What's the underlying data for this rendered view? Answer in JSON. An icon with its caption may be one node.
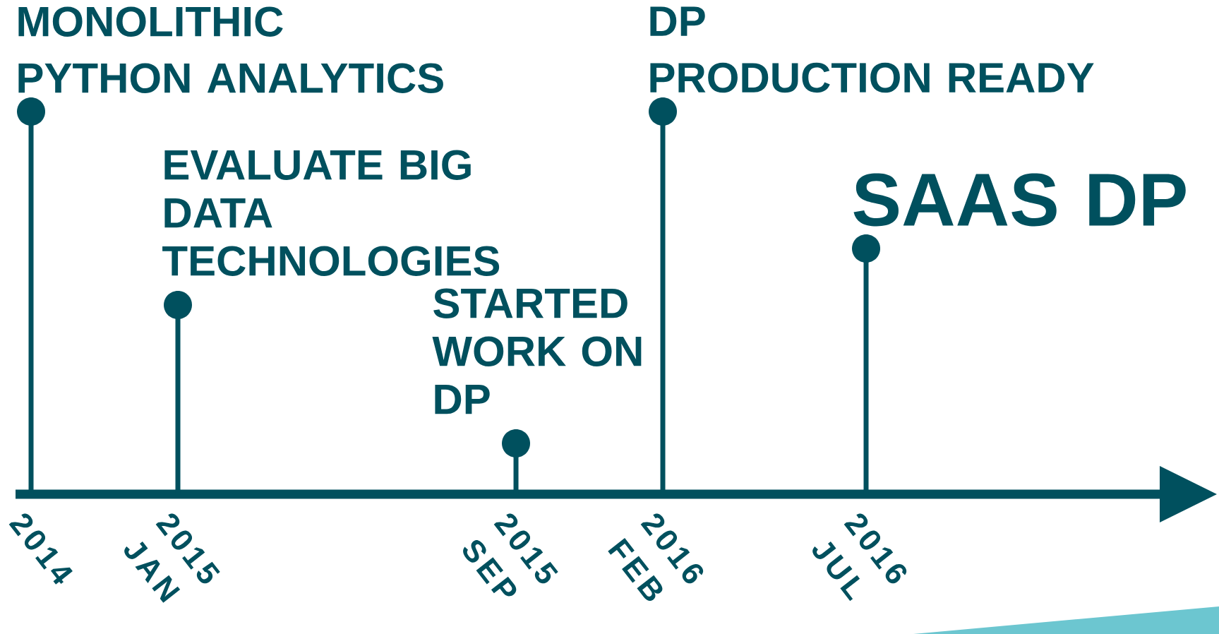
{
  "diagram": {
    "nodes": [
      {
        "text": [
          "MONOLITHIC PYTHON ANALYTICS"
        ]
      },
      {
        "text": [
          "EVALUATE BIG DATA TECHNOLOGIES"
        ]
      },
      {
        "text": [
          "STARTED WORK ON DP"
        ]
      },
      {
        "text": [
          "DP PRODUCTION READY"
        ]
      },
      {
        "text": [
          "SAAS DP"
        ]
      }
    ],
    "labels": [
      "2014",
      "2015 JAN",
      "2015 SEP",
      "2016 FEB",
      "2016 JUL"
    ]
  }
}
